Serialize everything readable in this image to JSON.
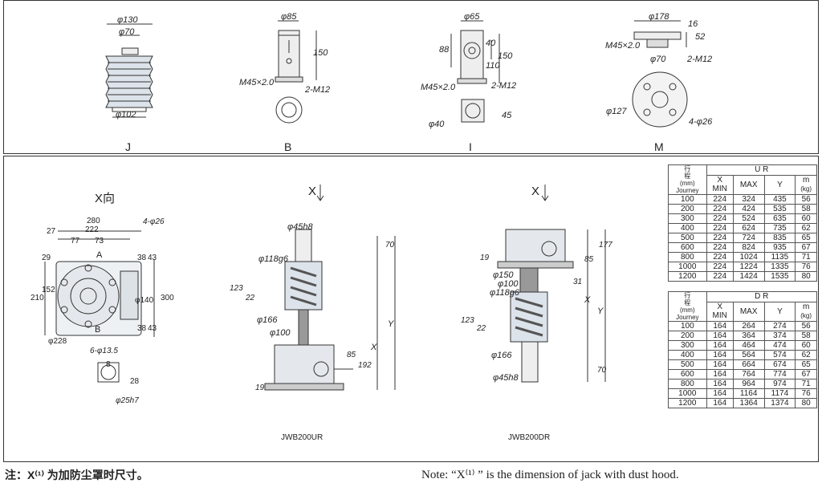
{
  "views_top": [
    {
      "id": "J",
      "label": "J",
      "dims": [
        "φ130",
        "φ70",
        "φ102"
      ]
    },
    {
      "id": "B",
      "label": "B",
      "dims": [
        "φ85",
        "150",
        "M45×2.0",
        "2-M12"
      ]
    },
    {
      "id": "I",
      "label": "I",
      "dims": [
        "φ65",
        "88",
        "40",
        "110",
        "150",
        "M45×2.0",
        "2-M12",
        "φ40",
        "45"
      ]
    },
    {
      "id": "M",
      "label": "M",
      "dims": [
        "φ178",
        "16",
        "52",
        "M45×2.0",
        "φ70",
        "2-M12",
        "φ127",
        "4-φ26"
      ]
    }
  ],
  "x_view": {
    "title": "X向",
    "dims": [
      "280",
      "222",
      "4-φ26",
      "27",
      "77",
      "73",
      "A",
      "29",
      "152",
      "210",
      "38",
      "43",
      "φ140",
      "300",
      "B",
      "38",
      "43",
      "φ228",
      "6-φ13.5",
      "8",
      "28",
      "φ25h7"
    ]
  },
  "jwb200ur": {
    "caption": "JWB200UR",
    "view_arrow": "X",
    "dims": [
      "φ45h8",
      "70",
      "φ118g6",
      "123",
      "22",
      "φ166",
      "φ100",
      "Y",
      "X",
      "85",
      "192",
      "19"
    ]
  },
  "jwb200dr": {
    "caption": "JWB200DR",
    "view_arrow": "X",
    "dims": [
      "177",
      "19",
      "85",
      "φ150",
      "φ100",
      "31",
      "φ118g6",
      "X",
      "Y",
      "123",
      "22",
      "φ166",
      "φ45h8",
      "70"
    ]
  },
  "table_ur": {
    "stroke_header": [
      "行",
      "程",
      "(mm)",
      "Journey"
    ],
    "group_header": "U R",
    "col_x": "X",
    "col_min": "MIN",
    "col_max": "MAX",
    "col_y": "Y",
    "col_m": "m",
    "col_m_unit": "(kg)",
    "rows": [
      [
        "100",
        "224",
        "324",
        "435",
        "56"
      ],
      [
        "200",
        "224",
        "424",
        "535",
        "58"
      ],
      [
        "300",
        "224",
        "524",
        "635",
        "60"
      ],
      [
        "400",
        "224",
        "624",
        "735",
        "62"
      ],
      [
        "500",
        "224",
        "724",
        "835",
        "65"
      ],
      [
        "600",
        "224",
        "824",
        "935",
        "67"
      ],
      [
        "800",
        "224",
        "1024",
        "1135",
        "71"
      ],
      [
        "1000",
        "224",
        "1224",
        "1335",
        "76"
      ],
      [
        "1200",
        "224",
        "1424",
        "1535",
        "80"
      ]
    ]
  },
  "table_dr": {
    "stroke_header": [
      "行",
      "程",
      "(mm)",
      "Journey"
    ],
    "group_header": "D R",
    "col_x": "X",
    "col_min": "MIN",
    "col_max": "MAX",
    "col_y": "Y",
    "col_m": "m",
    "col_m_unit": "(kg)",
    "rows": [
      [
        "100",
        "164",
        "264",
        "274",
        "56"
      ],
      [
        "200",
        "164",
        "364",
        "374",
        "58"
      ],
      [
        "300",
        "164",
        "464",
        "474",
        "60"
      ],
      [
        "400",
        "164",
        "564",
        "574",
        "62"
      ],
      [
        "500",
        "164",
        "664",
        "674",
        "65"
      ],
      [
        "600",
        "164",
        "764",
        "774",
        "67"
      ],
      [
        "800",
        "164",
        "964",
        "974",
        "71"
      ],
      [
        "1000",
        "164",
        "1164",
        "1174",
        "76"
      ],
      [
        "1200",
        "164",
        "1364",
        "1374",
        "80"
      ]
    ]
  },
  "notes": {
    "cn": "注：X⁽¹⁾ 为加防尘罩时尺寸。",
    "en": "Note: “X⁽¹⁾ ” is the dimension of jack with dust hood."
  }
}
